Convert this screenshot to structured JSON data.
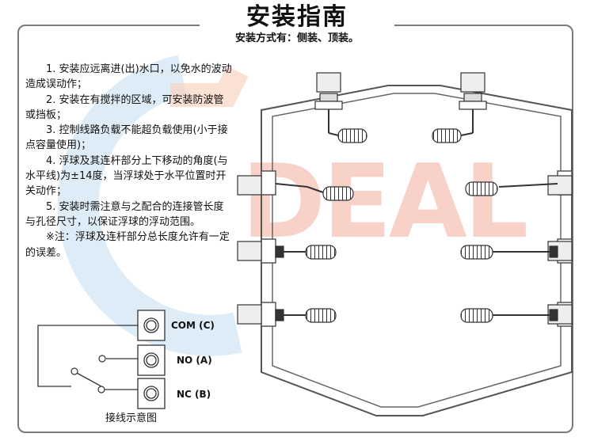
{
  "header": {
    "title": "安装指南",
    "subtitle": "安装方式有：侧装、顶装。"
  },
  "instructions": [
    "1. 安装应远离进(出)水口，以免水的波动造成误动作；",
    "2. 安装在有搅拌的区域，可安装防波管或挡板；",
    "3. 控制线路负载不能超负载使用(小于接点容量使用)；",
    "4. 浮球及其连杆部分上下移动的角度(与水平线)为±14度，当浮球处于水平位置时开关动作；",
    "5. 安装时需注意与之配合的连接管长度与孔径尺寸，以保证浮球的浮动范围。",
    "※注：浮球及连杆部分总长度允许有一定的误差。"
  ],
  "wiring": {
    "terminals": [
      "COM (C)",
      "NO (A)",
      "NC (B)"
    ],
    "caption": "接线示意图"
  },
  "watermark": {
    "text": "DEAL",
    "colors": {
      "ring_blue": "#cfe3f3",
      "letters": "#f6c3b6"
    }
  }
}
